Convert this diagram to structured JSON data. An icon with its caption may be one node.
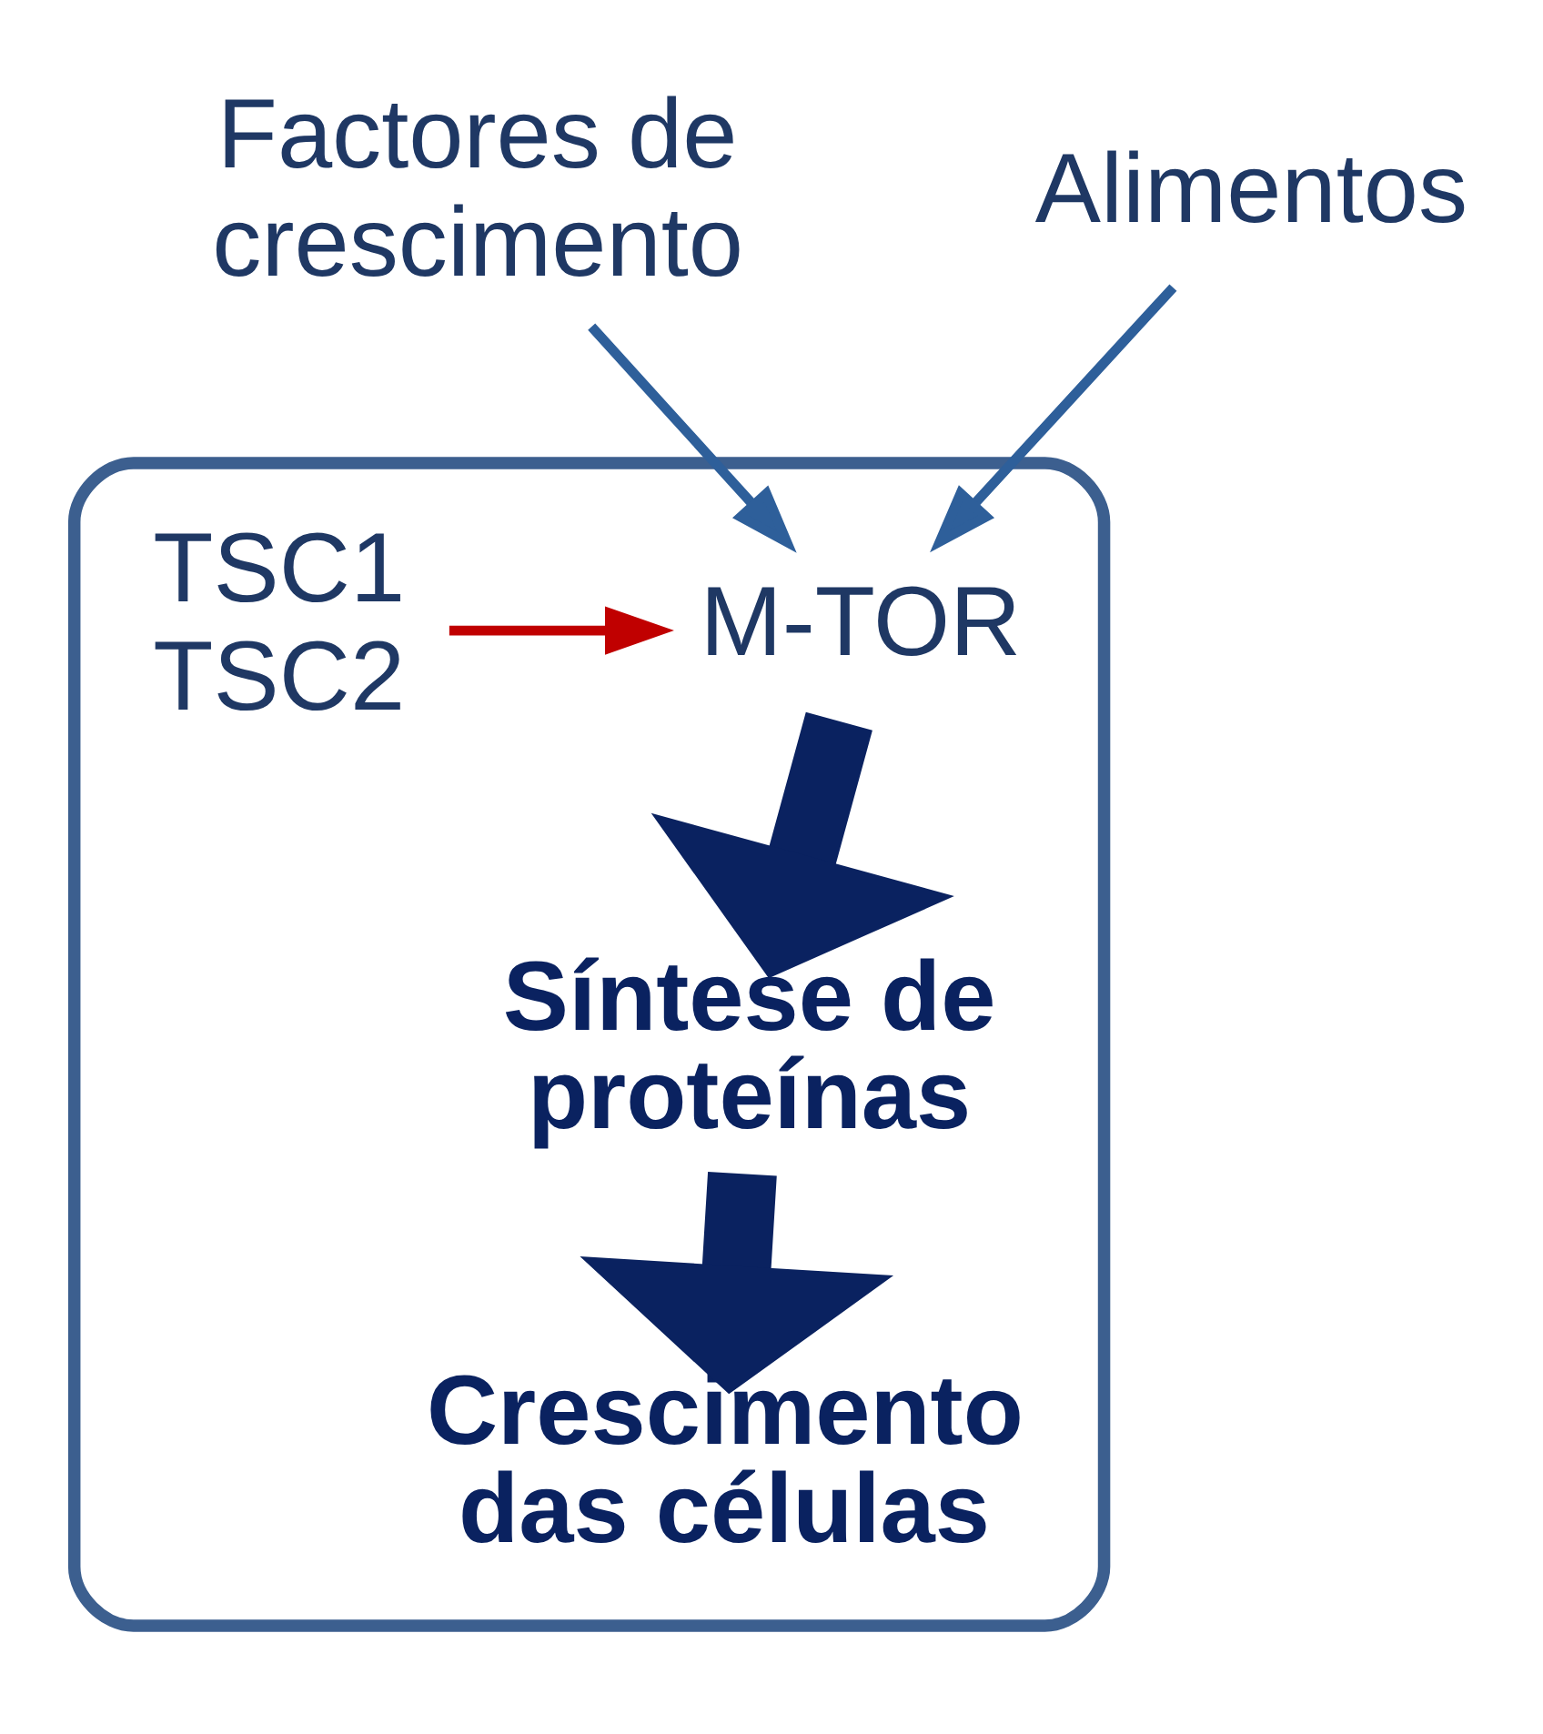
{
  "diagram": {
    "nodes": [
      {
        "text": [],
        "shape": "box"
      },
      {
        "text": [
          "Factores de crescimento"
        ]
      },
      {
        "text": [
          "Alimentos"
        ]
      },
      {
        "text": [
          "M-TOR"
        ],
        "in": 0
      },
      {
        "text": [
          "TSC1 TSC2"
        ],
        "in": 0
      },
      {
        "text": [
          "Síntese de proteínas"
        ],
        "in": 0
      },
      {
        "text": [
          "Crescimento das células"
        ],
        "in": 0
      }
    ],
    "edges": [
      {
        "from": 1,
        "to": 3,
        "arrow": "to"
      },
      {
        "from": 2,
        "to": 3,
        "arrow": "to"
      },
      {
        "from": 4,
        "to": 3,
        "arrow": "to",
        "color": "#c00000"
      },
      {
        "from": 3,
        "to": 5,
        "arrow": "to",
        "style": "thick",
        "color": "#0a2260"
      },
      {
        "from": 5,
        "to": 6,
        "arrow": "to",
        "style": "thick",
        "color": "#0a2260"
      }
    ]
  }
}
